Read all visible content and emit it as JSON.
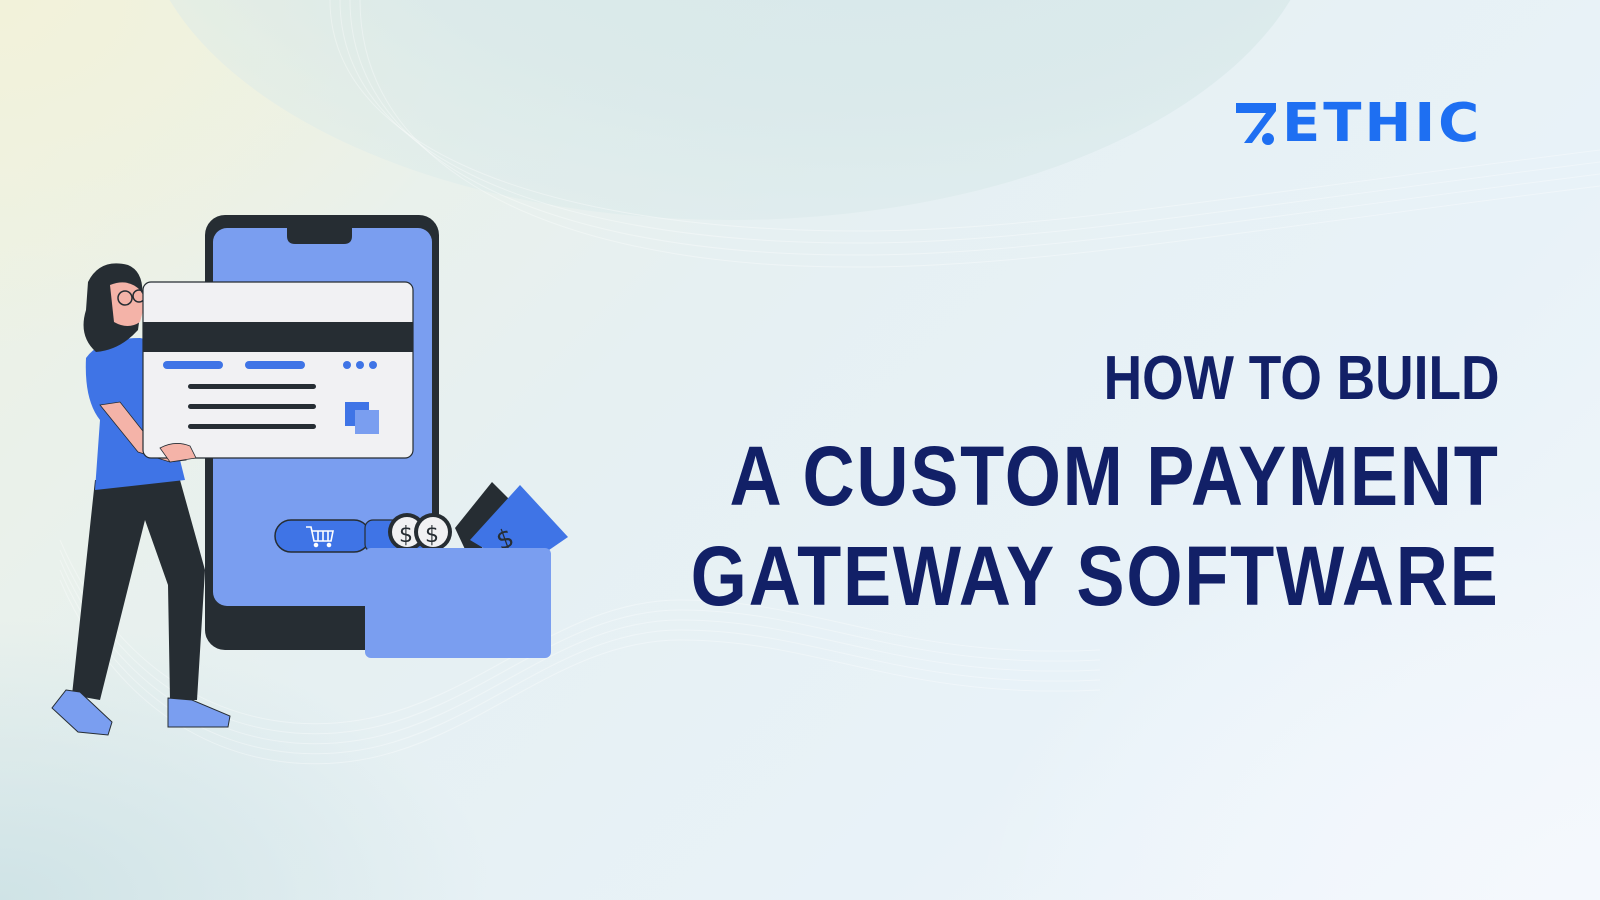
{
  "brand": {
    "logo_text": "ETHIC",
    "logo_mark": "Z",
    "color": "#1e6ff2"
  },
  "headline": {
    "line1": "HOW TO BUILD",
    "line2": "A CUSTOM PAYMENT",
    "line3": "GATEWAY SOFTWARE",
    "color": "#122067"
  },
  "illustration": {
    "subject": "woman-holding-credit-card-beside-smartphone",
    "elements": [
      "smartphone",
      "credit-card",
      "shopping-cart-button",
      "wallet",
      "dollar-coins",
      "banknotes"
    ],
    "coin_symbol": "$",
    "colors": {
      "primary_blue": "#3f74e6",
      "light_blue": "#7a9ef0",
      "dark": "#262d33",
      "card_bg": "#f1f1f3",
      "skin": "#f4b3a8"
    }
  }
}
